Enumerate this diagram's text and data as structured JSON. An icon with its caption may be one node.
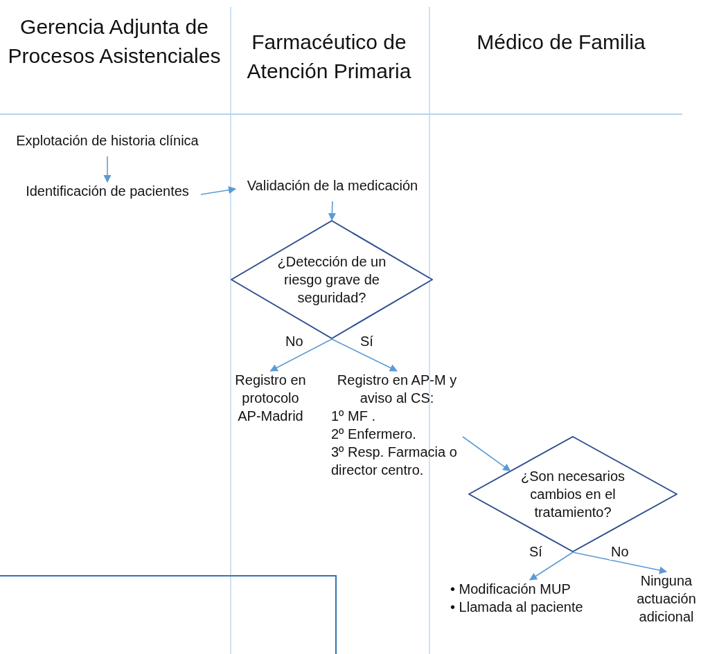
{
  "diagram": {
    "nodes": [
      {
        "text": [
          "Explotación de historia clínica"
        ]
      },
      {
        "text": [
          "Identificación de pacientes"
        ]
      },
      {
        "text": [
          "Validación de la medicación"
        ]
      },
      {
        "text": [
          "¿Detección de un riesgo grave de seguridad?"
        ]
      },
      {
        "text": [
          "Registro en protocolo AP-Madrid"
        ]
      },
      {
        "text": [
          "Registro en AP-M y aviso al CS:",
          "1º MF .",
          "2º Enfermero.",
          "3º Resp. Farmacia o director centro."
        ]
      },
      {
        "text": [
          "¿Son necesarios cambios en el tratamiento?"
        ]
      },
      {
        "text": [
          "• Modificación MUP",
          "• Llamada al paciente"
        ]
      },
      {
        "text": [
          "Ninguna actuación adicional"
        ]
      }
    ],
    "edges": [
      {
        "from": 0,
        "to": 1,
        "arrow": "to"
      },
      {
        "from": 1,
        "to": 2,
        "arrow": "to"
      },
      {
        "from": 2,
        "to": 3,
        "arrow": "to"
      },
      {
        "from": 3,
        "to": 4,
        "arrow": "to",
        "label": "No"
      },
      {
        "from": 3,
        "to": 5,
        "arrow": "to",
        "label": "Sí"
      },
      {
        "from": 5,
        "to": 6,
        "arrow": "to"
      },
      {
        "from": 6,
        "to": 7,
        "arrow": "to",
        "label": "Sí"
      },
      {
        "from": 6,
        "to": 8,
        "arrow": "to",
        "label": "No"
      }
    ],
    "labels": [
      "Gerencia Adjunta de Procesos Asistenciales",
      "Farmacéutico de Atención Primaria",
      "Médico de Familia"
    ]
  }
}
